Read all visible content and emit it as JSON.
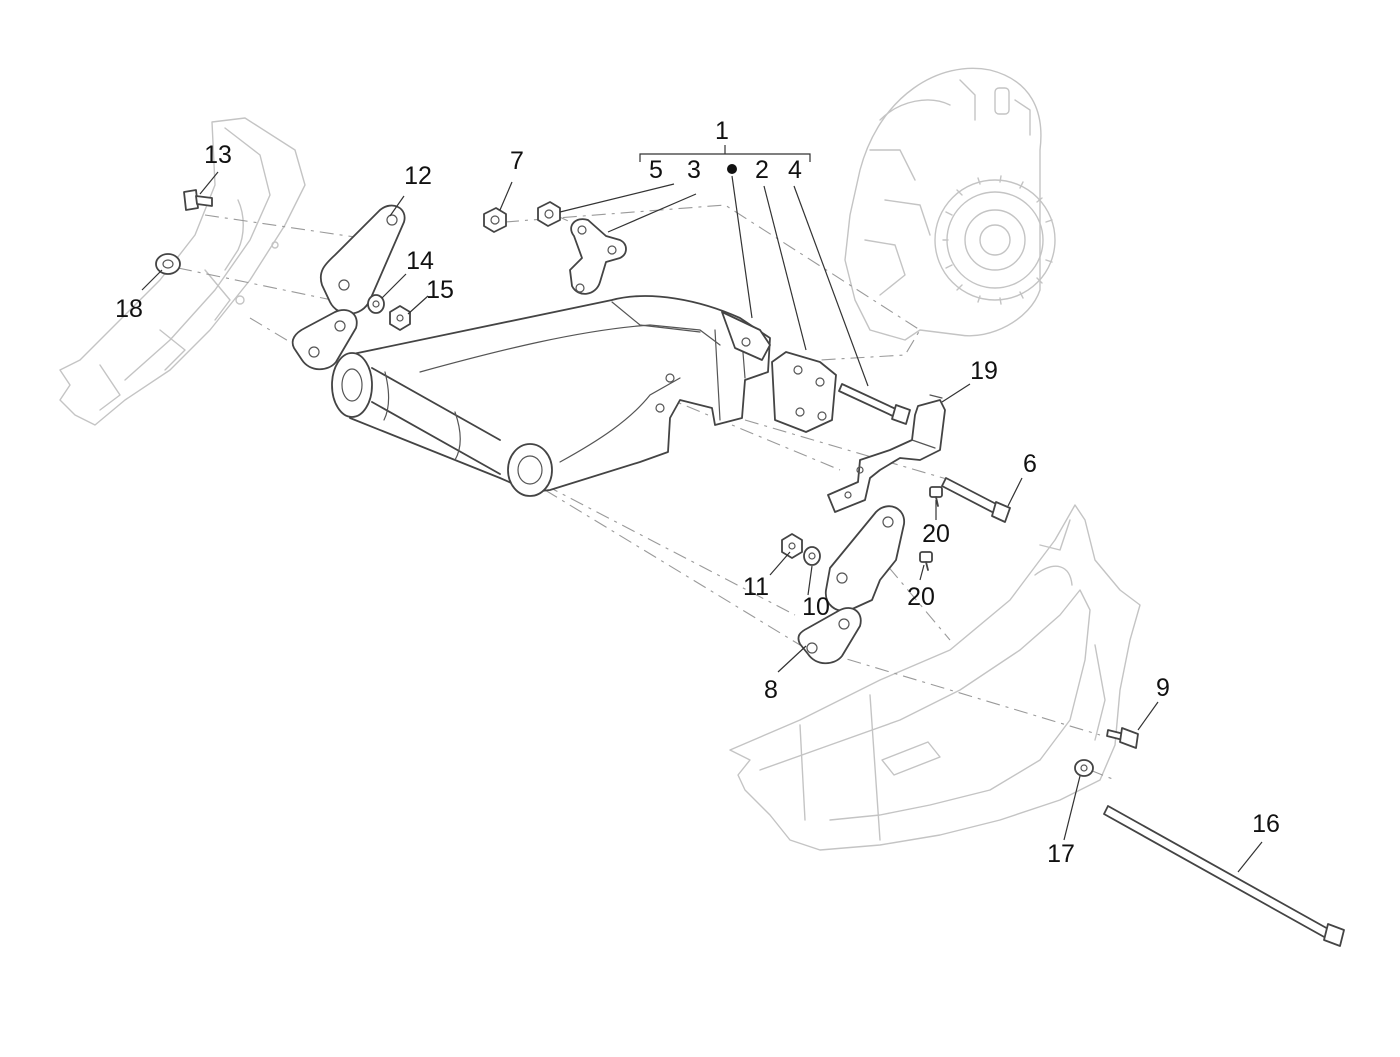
{
  "figure": {
    "background": "#ffffff",
    "part_color": "#444444",
    "context_color": "#c4c4c4",
    "label_color": "#111111"
  },
  "callouts": {
    "c1": "1",
    "c2": "2",
    "c3": "3",
    "c4": "4",
    "c5": "5",
    "c6": "6",
    "c7": "7",
    "c8": "8",
    "c9": "9",
    "c10": "10",
    "c11": "11",
    "c12": "12",
    "c13": "13",
    "c14": "14",
    "c15": "15",
    "c16": "16",
    "c17": "17",
    "c18": "18",
    "c19": "19",
    "c20a": "20",
    "c20b": "20"
  },
  "group_marker": "●"
}
